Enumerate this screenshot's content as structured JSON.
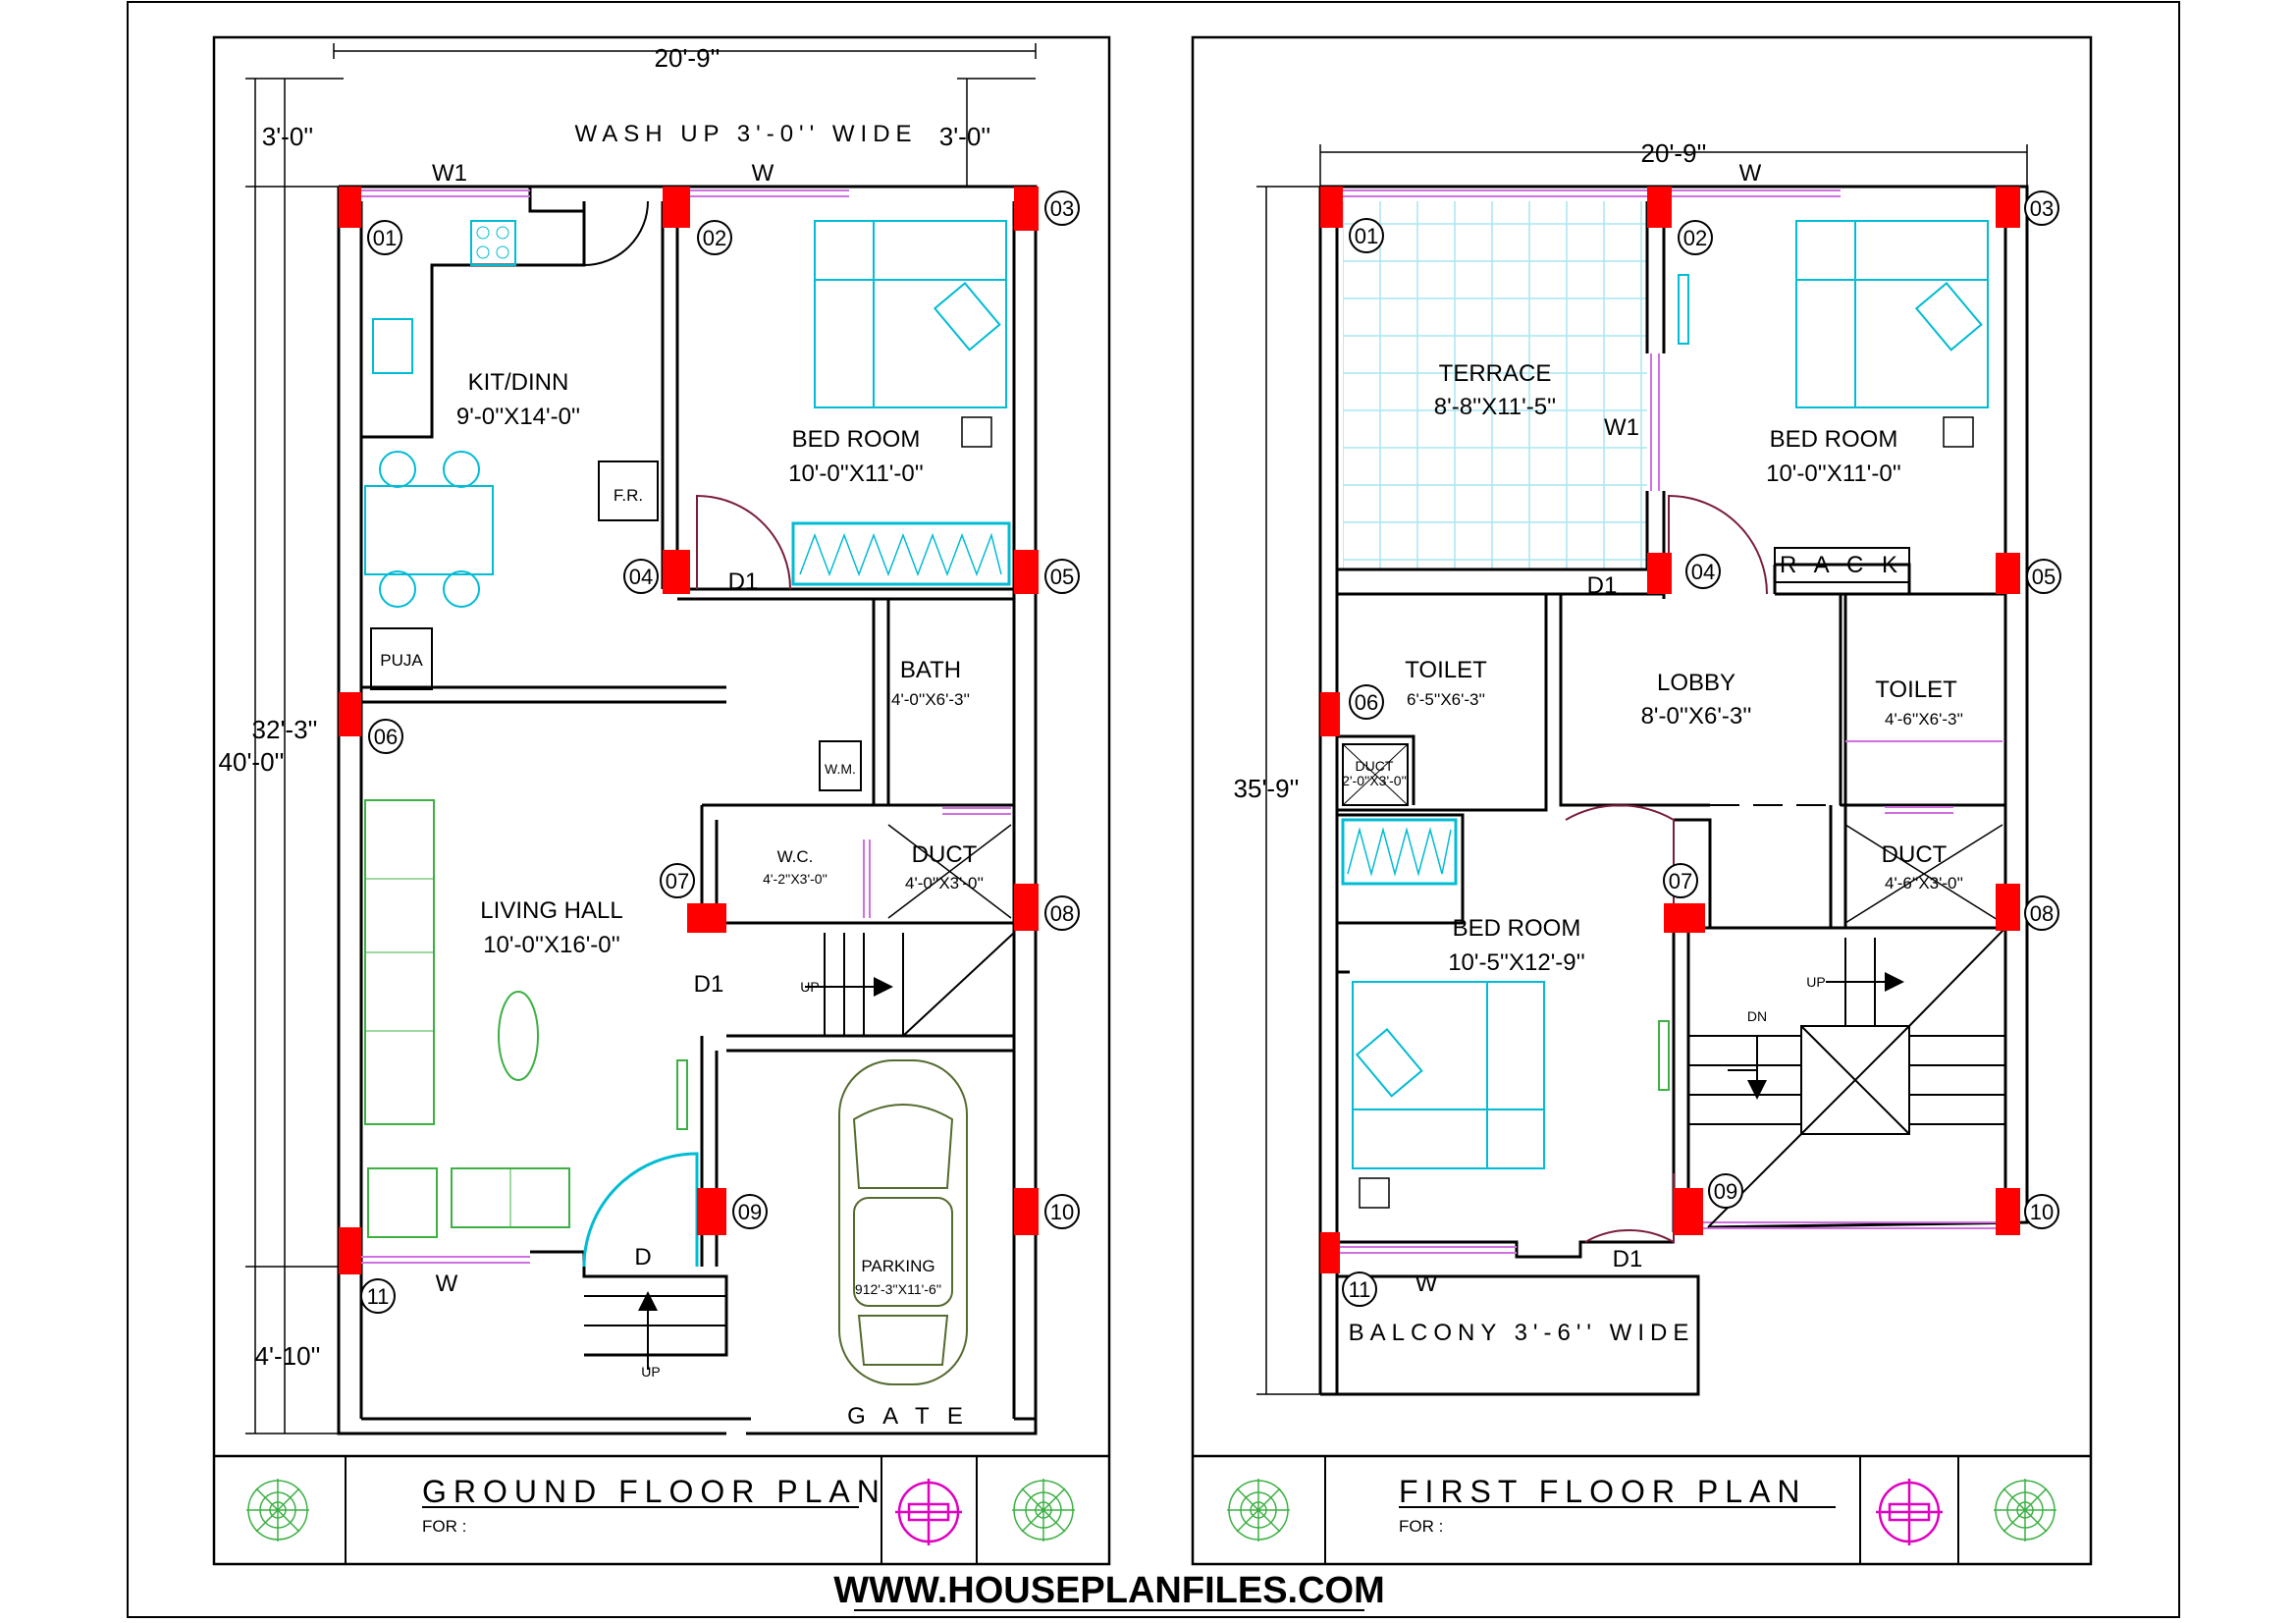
{
  "website": "WWW.HOUSEPLANFILES.COM",
  "colors": {
    "wall": "#000000",
    "column": "#ff0000",
    "furniture_cyan": "#00bcd4",
    "furniture_green": "#3cb043",
    "window": "#d070e0",
    "door": "#7a1d3a",
    "car": "#556b2f",
    "magenta_symbol": "#e000c0"
  },
  "ground": {
    "title": "GROUND FLOOR PLAN",
    "for_label": "FOR :",
    "dims": {
      "top_width": "20'-9''",
      "washup_left": "3'-0''",
      "washup_right": "3'-0''",
      "height_total": "40'-0''",
      "height_inner": "32'-3''",
      "bottom": "4'-10''"
    },
    "labels": {
      "washup": "WASH UP 3'-0'' WIDE",
      "w1": "W1",
      "w_top": "W",
      "kit_name": "KIT/DINN",
      "kit_size": "9'-0''X14'-0''",
      "bed_name": "BED ROOM",
      "bed_size": "10'-0''X11'-0''",
      "fr": "F.R.",
      "puja": "PUJA",
      "d1_bed": "D1",
      "bath_name": "BATH",
      "bath_size": "4'-0''X6'-3''",
      "wm": "W.M.",
      "wc_name": "W.C.",
      "wc_size": "4'-2''X3'-0''",
      "duct_name": "DUCT",
      "duct_size": "4'-0''X3'-0''",
      "living_name": "LIVING HALL",
      "living_size": "10'-0''X16'-0''",
      "d1_living": "D1",
      "up_stair": "UP",
      "parking_name": "PARKING",
      "parking_size": "912'-3''X11'-6''",
      "d_main": "D",
      "w_bottom": "W",
      "up_entry": "UP",
      "gate": "G A T E"
    },
    "columns": [
      "01",
      "02",
      "03",
      "04",
      "05",
      "06",
      "07",
      "08",
      "09",
      "10",
      "11"
    ]
  },
  "first": {
    "title": "FIRST FLOOR PLAN",
    "for_label": "FOR :",
    "dims": {
      "top_width": "20'-9''",
      "height": "35'-9''"
    },
    "labels": {
      "w_top": "W",
      "terrace_name": "TERRACE",
      "terrace_size": "8'-8''X11'-5''",
      "w1": "W1",
      "bed1_name": "BED ROOM",
      "bed1_size": "10'-0''X11'-0''",
      "rack": "R A C K",
      "d1_top": "D1",
      "toilet1_name": "TOILET",
      "toilet1_size": "6'-5''X6'-3''",
      "lobby_name": "LOBBY",
      "lobby_size": "8'-0''X6'-3''",
      "toilet2_name": "TOILET",
      "toilet2_size": "4'-6''X6'-3''",
      "duct_small": "DUCT",
      "duct_small_size": "2'-0''X3'-0''",
      "duct_name": "DUCT",
      "duct_size": "4'-6''X3'-0''",
      "bed2_name": "BED ROOM",
      "bed2_size": "10'-5''X12'-9''",
      "up": "UP",
      "dn": "DN",
      "d1_bottom": "D1",
      "w_bottom": "W",
      "balcony": "BALCONY 3'-6'' WIDE"
    },
    "columns": [
      "01",
      "02",
      "03",
      "04",
      "05",
      "06",
      "07",
      "08",
      "09",
      "10",
      "11"
    ]
  }
}
